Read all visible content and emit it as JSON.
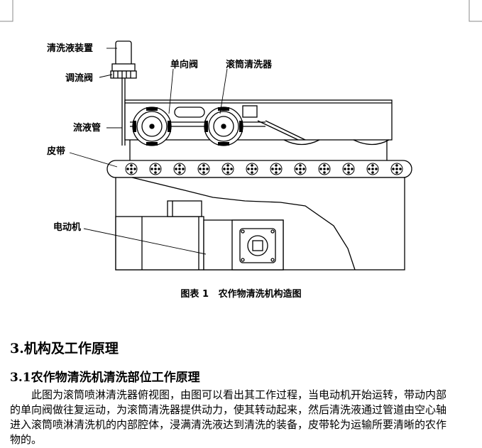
{
  "figure": {
    "labels": {
      "washer_device": "清洗液装置",
      "flow_valve": "调流阀",
      "check_valve": "单向阀",
      "roller_washer": "滚筒清洗器",
      "liquid_pipe": "流液管",
      "belt": "皮带",
      "motor": "电动机"
    },
    "caption": "图表 1   农作物清洗机构造图"
  },
  "section": {
    "heading": "3.机构及工作原理",
    "subheading": "3.1农作物清洗机清洗部位工作原理",
    "paragraph_lines": [
      "此图为滚筒喷淋清洗器俯视图，由图可以看出其工作过程，当电动机开始运转，带动内部",
      "的单向阀做往复运动，为滚筒清洗器提供动力，使其转动起来，然后清洗液通过管道由空心轴",
      "进入滚筒喷淋清洗机的内部腔体，浸满清洗液达到清洗的装备，皮带轮为运输所要清晰的农作",
      "物的。"
    ]
  }
}
